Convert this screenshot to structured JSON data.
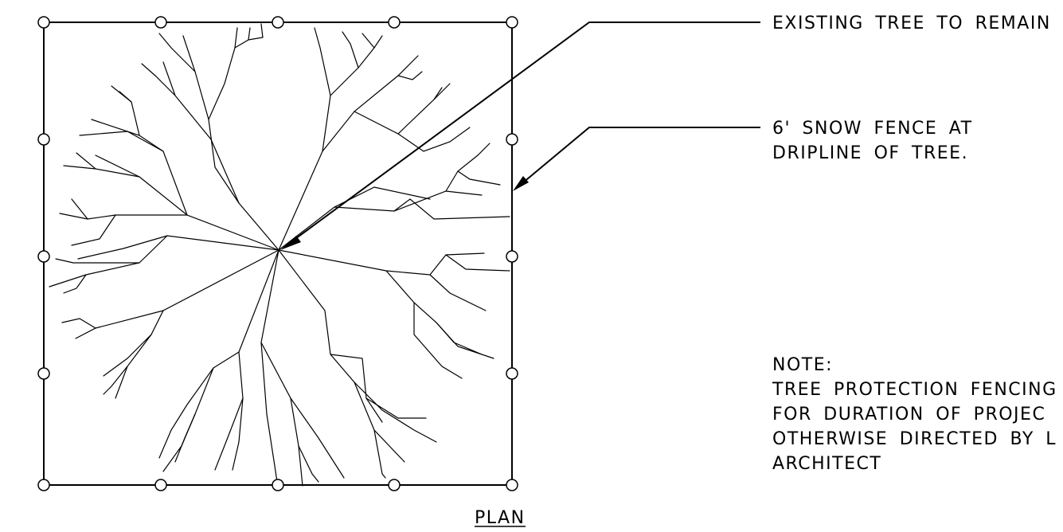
{
  "callouts": {
    "existing_tree": "EXISTING TREE TO REMAIN",
    "snow_fence_line1": "6' SNOW FENCE AT",
    "snow_fence_line2": "DRIPLINE OF TREE."
  },
  "note": {
    "heading": "NOTE:",
    "line1": "TREE PROTECTION FENCING",
    "line2": "FOR DURATION OF PROJEC",
    "line3": "OTHERWISE DIRECTED BY L",
    "line4": "ARCHITECT"
  },
  "view_label": "PLAN",
  "colors": {
    "ink": "#000000",
    "paper": "#ffffff"
  }
}
